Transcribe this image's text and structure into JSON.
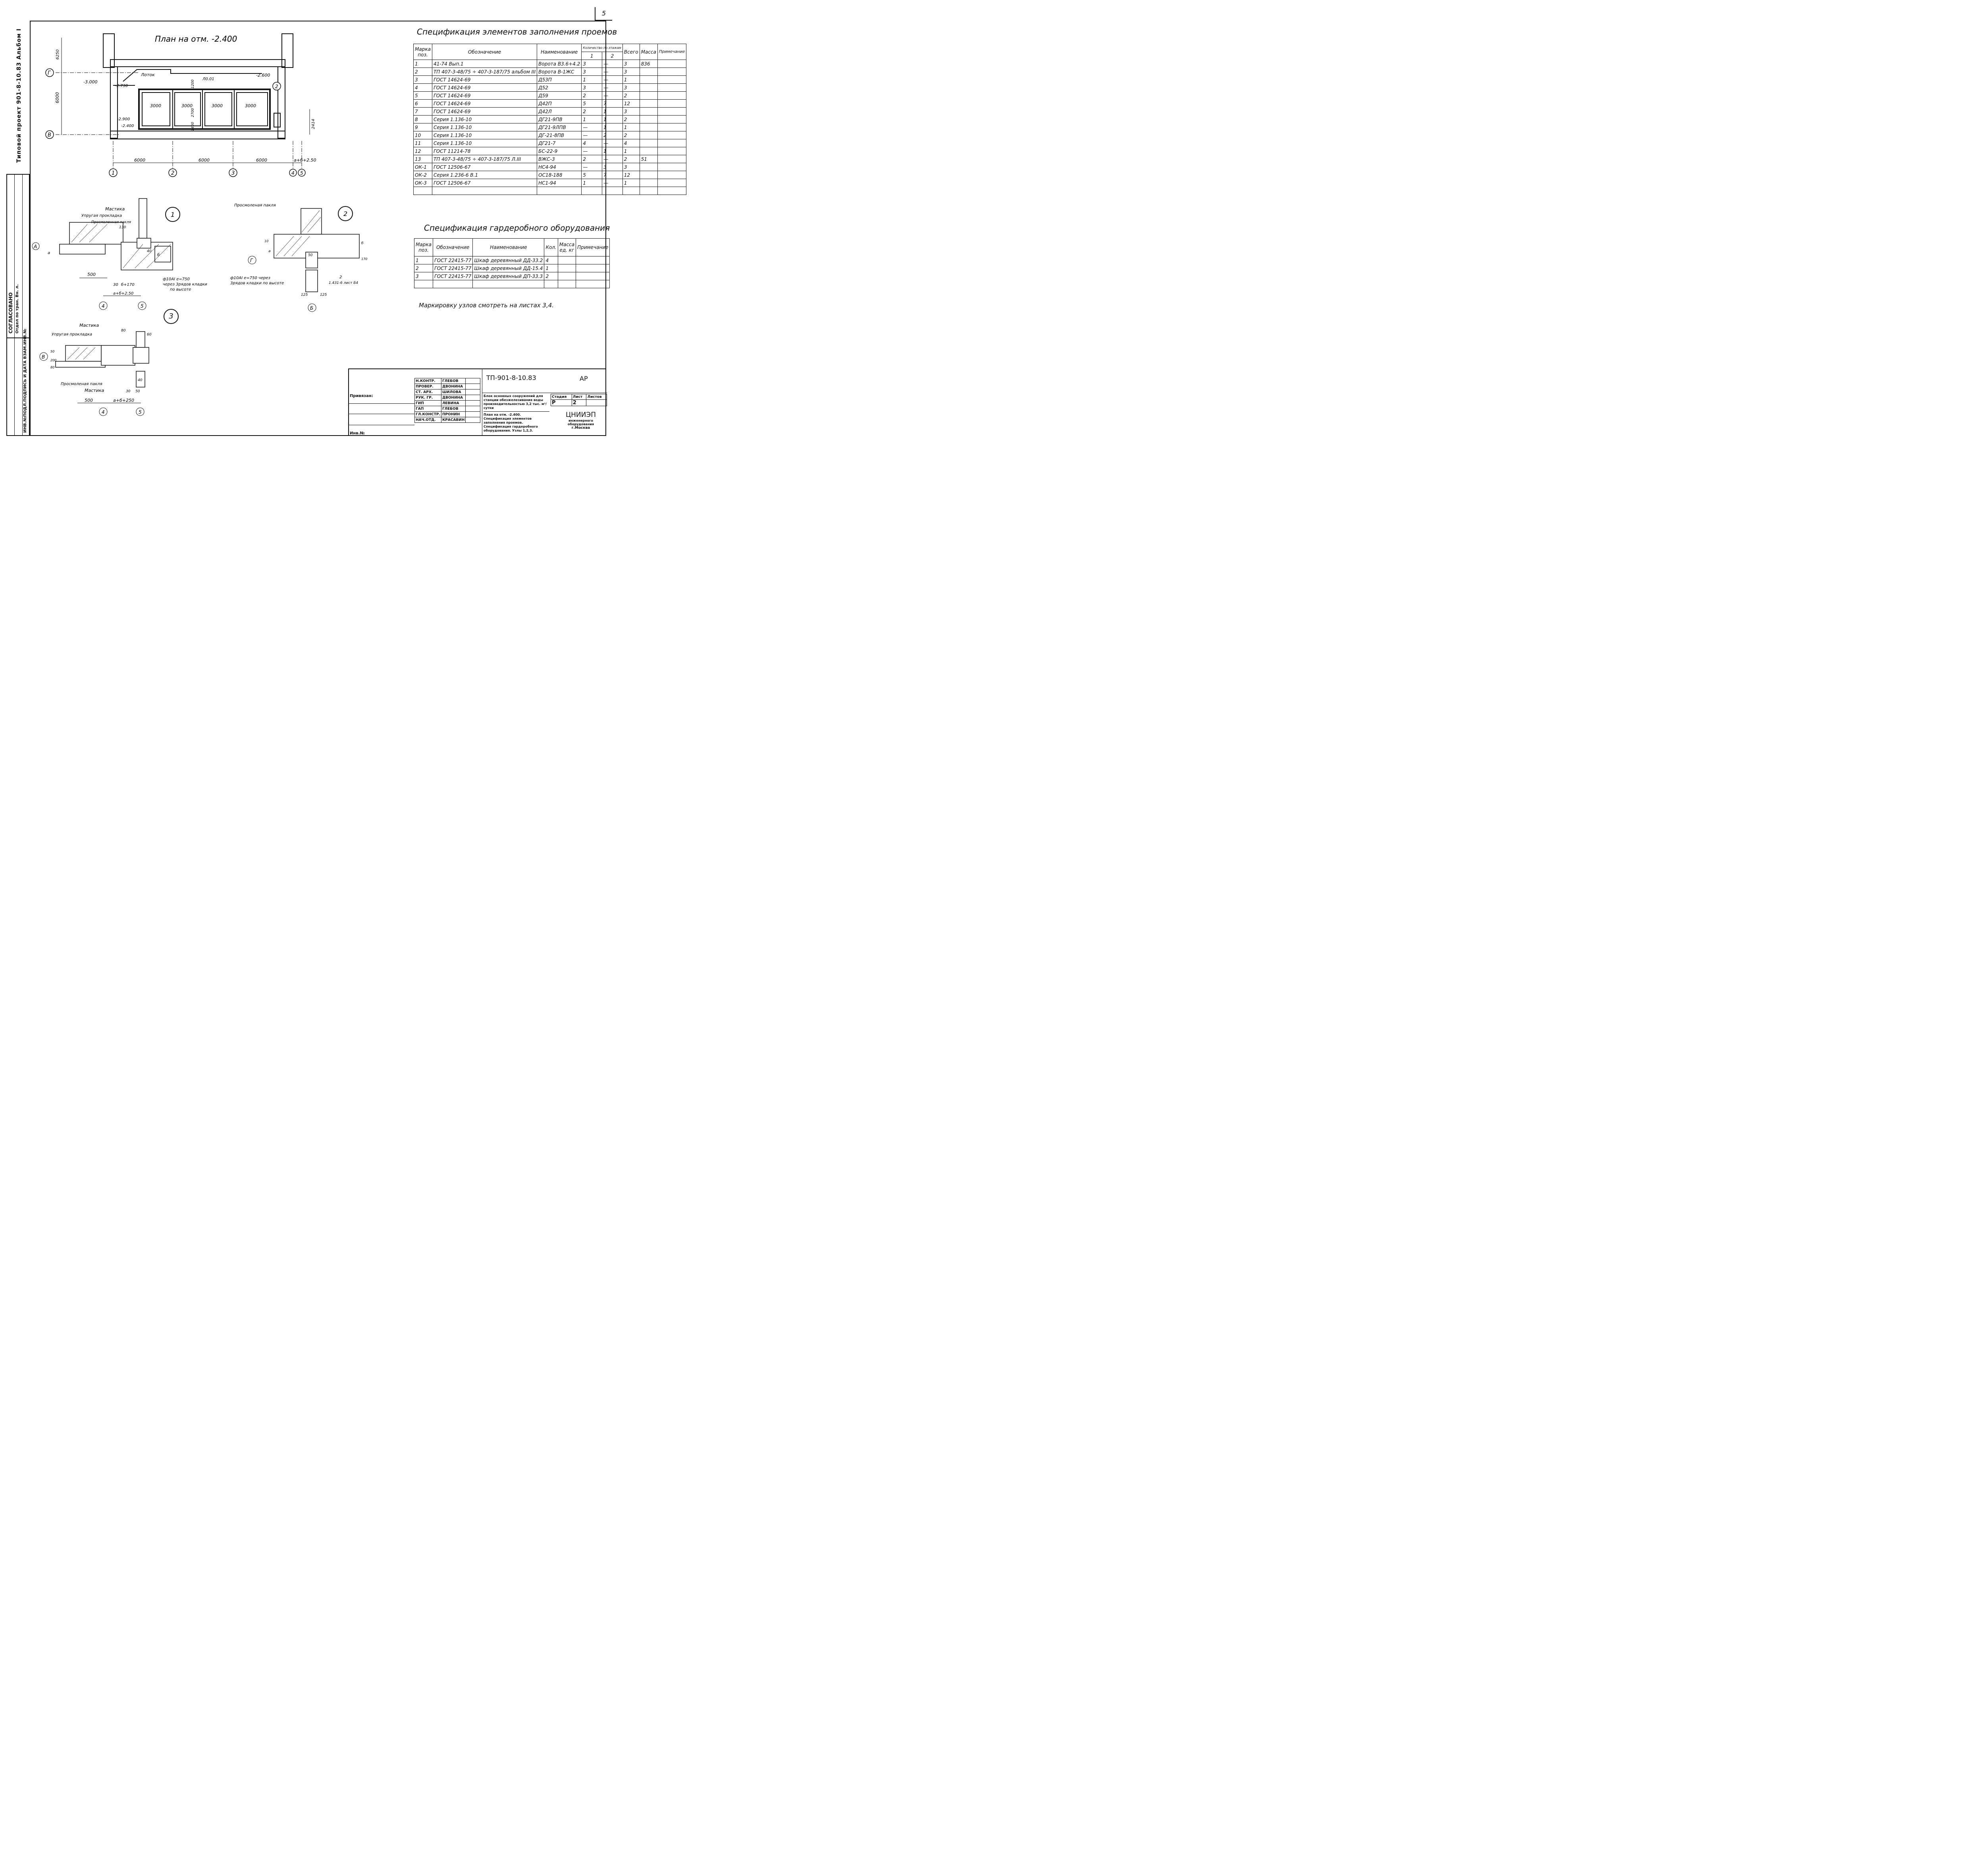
{
  "sheet_number": "5",
  "side_title": "Типовой проект 901-8-10.83    Альбом I",
  "side_strip": {
    "agreed": "СОГЛАСОВАНО",
    "agreed_sub": "Отдел по тран. Вн. л.",
    "inv_fields": "ИНВ.№ПОДЛ.ПОДПИСЬ И ДАТА ВЗАМ.ИНВ.№"
  },
  "plan": {
    "title": "План на отм. -2.400",
    "labels": {
      "trough": "Лоток",
      "lo": "Л0.01",
      "dim_6000_v": "6000",
      "dim_6250": "6250",
      "dim_2414": "2414",
      "e_3000": "-3.000",
      "e_2730": "-2.730",
      "e_2600": "-2.600",
      "e_2900": "-2.900",
      "e_2400": "-2.400",
      "d_3000": "3000",
      "d_2700": "2700",
      "d_1400": "1400",
      "d_1200": "1200",
      "span": "6000",
      "ab": "а+б+2.50"
    },
    "axes_rows": [
      "Г",
      "В"
    ],
    "axes_cols": [
      "1",
      "2",
      "3",
      "4",
      "5"
    ],
    "callout": "2"
  },
  "node1": {
    "num": "1",
    "mastic": "Мастика",
    "elastic": "Упругая прокладка",
    "tow": "Просмоленная пакля",
    "rebar": "ф10АI  е=750",
    "rebar2": "через 3рядов кладки",
    "rebar3": "по высоте",
    "d500": "500",
    "d30": "30",
    "db": "б+170",
    "dab": "а+б+2.50",
    "d130": "130",
    "d40": "40",
    "a": "а",
    "b": "б",
    "axis_a": "А",
    "axis4": "4",
    "axis5": "5"
  },
  "node2": {
    "num": "2",
    "tow": "Просмоленая пакля",
    "rebar": "ф10АI  е=750 через",
    "rebar2": "3рядов кладки по высоте",
    "ref": "2",
    "ref2": "1.431-6  лист Б4",
    "d125a": "125",
    "d125b": "125",
    "d50": "50",
    "d170": "170",
    "d10": "10",
    "axis_g": "Г",
    "axis_b": "Б",
    "b": "б",
    "a": "а"
  },
  "node3": {
    "num": "3",
    "mastic": "Мастика",
    "elastic": "Упругая прокладка",
    "tow": "Просмоленая пакля",
    "mastic2": "Мастика",
    "d500": "500",
    "dab": "а+б+250",
    "d80a": "80",
    "d60": "60",
    "d50": "50",
    "d200": "200",
    "d80b": "80",
    "d40": "40",
    "d30": "30",
    "d50b": "50",
    "axis_v": "В",
    "axis4": "4",
    "axis5": "5"
  },
  "spec1": {
    "title": "Спецификация элементов заполнения проемов",
    "headers": {
      "mark": "Марка поз.",
      "designation": "Обозначение",
      "name": "Наименование",
      "qty": "Количество по этажам",
      "q1": "1",
      "q2": "2",
      "total": "Всего",
      "mass": "Масса",
      "note": "Примечание"
    },
    "rows": [
      [
        "1",
        "41-74  Вып.1",
        "Ворота В3.6+4.2",
        "3",
        "—",
        "3",
        "836",
        ""
      ],
      [
        "2",
        "ТП 407-3-48/75 ÷ 407-3-187/75 альбом III",
        "Ворота В-1ЖС",
        "3",
        "—",
        "3",
        "",
        ""
      ],
      [
        "3",
        "ГОСТ 14624-69",
        "Д53П",
        "1",
        "—",
        "1",
        "",
        ""
      ],
      [
        "4",
        "ГОСТ 14624-69",
        "Д52",
        "3",
        "—",
        "3",
        "",
        ""
      ],
      [
        "5",
        "ГОСТ 14624-69",
        "Д59",
        "2",
        "—",
        "2",
        "",
        ""
      ],
      [
        "6",
        "ГОСТ 14624-69",
        "Д42П",
        "5",
        "7",
        "12",
        "",
        ""
      ],
      [
        "7",
        "ГОСТ 14624-69",
        "Д42Л",
        "2",
        "1",
        "3",
        "",
        ""
      ],
      [
        "8",
        "Серия 1.136-10",
        "ДГ21-9ПВ",
        "1",
        "1",
        "2",
        "",
        ""
      ],
      [
        "9",
        "Серия 1.136-10",
        "ДГ21-9ЛПВ",
        "—",
        "1",
        "1",
        "",
        ""
      ],
      [
        "10",
        "Серия 1.136-10",
        "ДГ-21-8ПВ",
        "—",
        "2",
        "2",
        "",
        ""
      ],
      [
        "11",
        "Серия 1.136-10",
        "ДГ21-7",
        "4",
        "—",
        "4",
        "",
        ""
      ],
      [
        "12",
        "ГОСТ 11214-78",
        "БС-22-9",
        "—",
        "1",
        "1",
        "",
        ""
      ],
      [
        "13",
        "ТП 407-3-48/75 ÷ 407-3-187/75 Л.III",
        "ВЖС-3",
        "2",
        "—",
        "2",
        "51",
        ""
      ],
      [
        "ОК-1",
        "ГОСТ 12506-67",
        "НС4-94",
        "—",
        "3",
        "3",
        "",
        ""
      ],
      [
        "ОК-2",
        "Серия 1.236-6 В.1",
        "ОС18-188",
        "5",
        "7",
        "12",
        "",
        ""
      ],
      [
        "ОК-3",
        "ГОСТ 12506-67",
        "НС1-94",
        "1",
        "—",
        "1",
        "",
        ""
      ],
      [
        "",
        "",
        "",
        "",
        "",
        "",
        "",
        ""
      ]
    ]
  },
  "spec2": {
    "title": "Спецификация гардеробного оборудования",
    "headers": {
      "mark": "Марка поз.",
      "designation": "Обозначение",
      "name": "Наименование",
      "qty": "Кол.",
      "mass": "Масса ед. кг",
      "note": "Примечание"
    },
    "rows": [
      [
        "1",
        "ГОСТ 22415-77",
        "Шкаф деревянный ДД-33.2",
        "4",
        "",
        ""
      ],
      [
        "2",
        "ГОСТ 22415-77",
        "Шкаф деревянный ДД-15.4",
        "1",
        "",
        ""
      ],
      [
        "3",
        "ГОСТ 22415-77",
        "Шкаф деревянный ДП-33.3",
        "2",
        "",
        ""
      ],
      [
        "",
        "",
        "",
        "",
        "",
        ""
      ]
    ]
  },
  "note": "Маркировку узлов смотреть на листах 3,4.",
  "stamp": {
    "code": "ТП-901-8-10.83",
    "stage_code": "АР",
    "accepted": "Привязан:",
    "inv": "Инв.№",
    "roles": [
      [
        "Н.КОНТР.",
        "ГЛЕБОВ"
      ],
      [
        "ПРОВЕР.",
        "ДВОНИНА"
      ],
      [
        "СТ. АРХ.",
        "ШИЛОВА"
      ],
      [
        "РУК. ГР.",
        "ДВОНИНА"
      ],
      [
        "ГИП",
        "ЛЕВИНА"
      ],
      [
        "ГАП",
        "ГЛЕБОВ"
      ],
      [
        "ГЛ.КОНСТР.",
        "ПРОНИН"
      ],
      [
        "НАЧ.ОТД.",
        "КРАСАВИН"
      ]
    ],
    "desc1": "Блок основных сооружений для станции обезжелезивания воды производительностью 3,2 тыс. м³/сутки",
    "desc2": "План на отм. -2.400. Спецификация элементов заполнения проемов. Спецификация гардеробного оборудования. Узлы 1,2,3.",
    "stage_h": "Стадия",
    "sheet_h": "Лист",
    "sheets_h": "Листов",
    "stage": "Р",
    "sheet": "2",
    "sheets": "",
    "org": "ЦНИИЭП",
    "org2": "инженерного оборудования",
    "city": "г.Москва"
  }
}
